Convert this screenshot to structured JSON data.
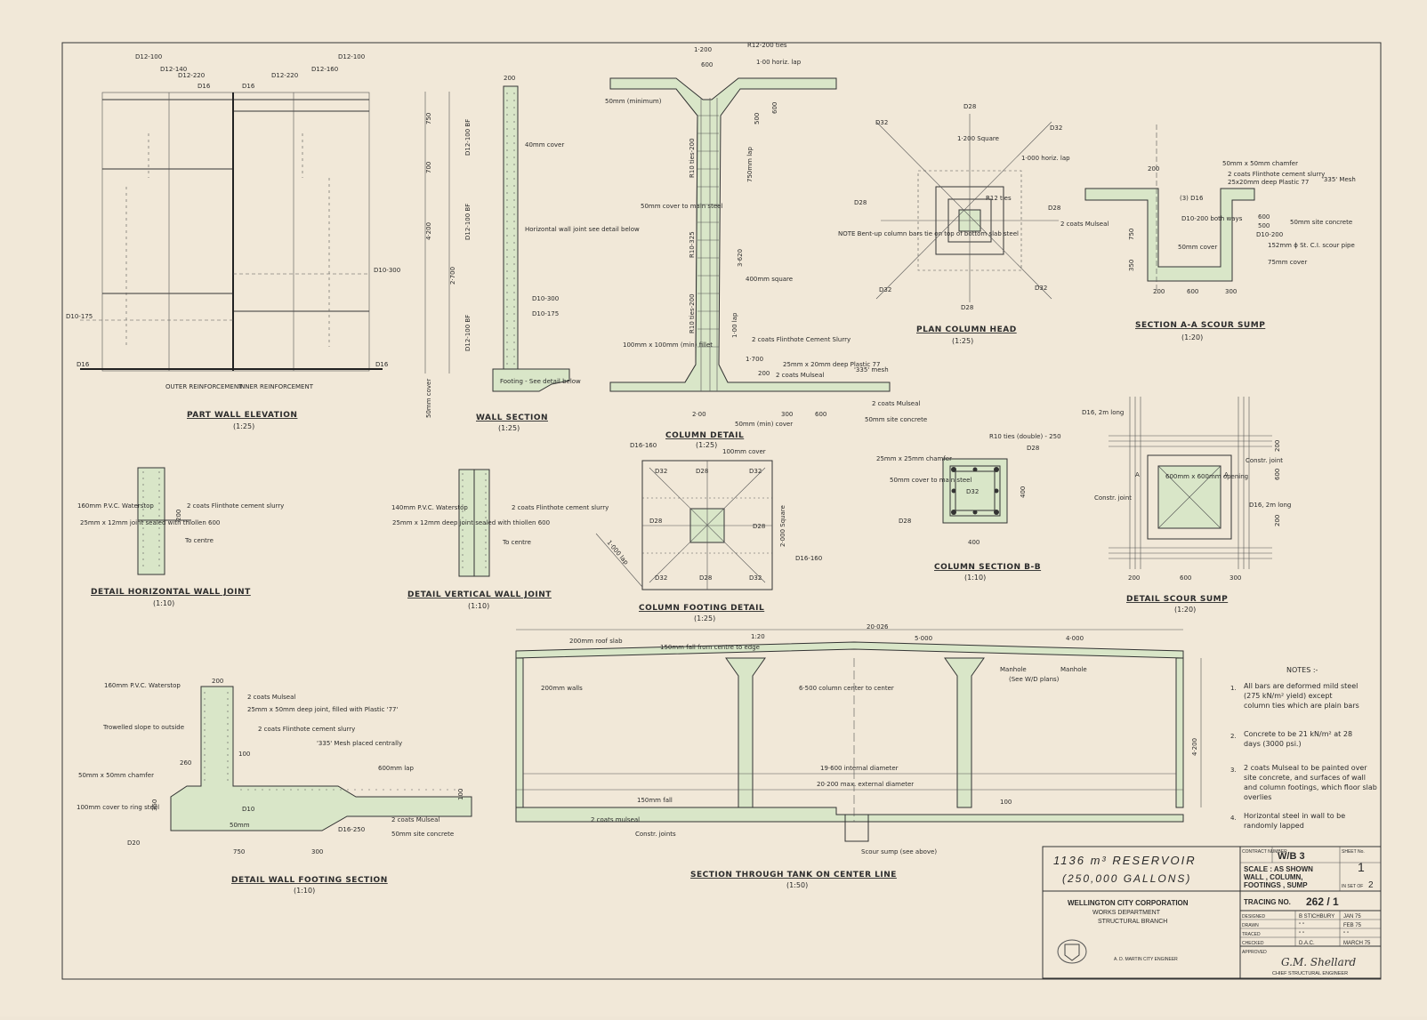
{
  "drawings": {
    "part_wall": {
      "title": "PART WALL ELEVATION",
      "scale": "(1:25)",
      "outer": "OUTER REINFORCEMENT",
      "inner": "INNER REINFORCEMENT",
      "bars": [
        "D12-100",
        "D12-140",
        "D12-220",
        "D16",
        "D16",
        "D12-220",
        "D12-160",
        "D12-100",
        "D10-300",
        "D10-175",
        "D16",
        "D16"
      ]
    },
    "wall_section": {
      "title": "WALL SECTION",
      "scale": "(1:25)",
      "labels": [
        "200",
        "D12-100 BF",
        "D12-100 BF",
        "D12-100 BF",
        "40mm cover",
        "Horizontal wall joint see detail below",
        "D10-300",
        "D10-175",
        "Footing - See detail below",
        "750",
        "700",
        "4·200",
        "2·700",
        "50mm cover"
      ]
    },
    "column_detail": {
      "title": "COLUMN DETAIL",
      "scale": "(1:25)",
      "labels": [
        "1·200",
        "R12-200 ties",
        "600",
        "1·00 horiz. lap",
        "50mm (minimum)",
        "500",
        "600",
        "R10 ties-200",
        "750mm lap",
        "50mm cover to main steel",
        "R10-325",
        "3·620",
        "400mm square",
        "R10 ties-200",
        "1·00 lap",
        "100mm x 100mm (min) fillet",
        "2 coats Flinthote Cement Slurry",
        "1·700",
        "200",
        "2 coats Mulseal",
        "25mm x 20mm deep Plastic 77",
        "'335' mesh",
        "2 coats Mulseal",
        "2·00",
        "300",
        "600",
        "50mm site concrete",
        "50mm (min) cover"
      ]
    },
    "plan_column_head": {
      "title": "PLAN COLUMN HEAD",
      "scale": "(1:25)",
      "labels": [
        "D28",
        "D32",
        "D32",
        "1·200 Square",
        "1·000 horiz. lap",
        "D28",
        "R12 ties",
        "D28",
        "NOTE Bent-up column bars tie on top of bottom slab steel",
        "D32",
        "D28",
        "D32"
      ]
    },
    "section_aa": {
      "title": "SECTION A-A SCOUR SUMP",
      "scale": "(1:20)",
      "labels": [
        "50mm x 50mm chamfer",
        "200",
        "2 coats Flinthote cement slurry",
        "25x20mm deep Plastic 77",
        "'335' Mesh",
        "(3) D16",
        "2 coats Mulseal",
        "600",
        "500",
        "50mm site concrete",
        "D10-200 both ways",
        "D10-200",
        "750",
        "50mm cover",
        "152mm ϕ St. C.I. scour pipe",
        "350",
        "75mm cover",
        "200",
        "600",
        "300"
      ]
    },
    "horizontal_joint": {
      "title": "DETAIL HORIZONTAL WALL JOINT",
      "scale": "(1:10)",
      "labels": [
        "160mm P.V.C. Waterstop",
        "2 coats Flinthote cement slurry",
        "25mm x 12mm joint sealed with thiollen 600",
        "200",
        "To centre"
      ]
    },
    "vertical_joint": {
      "title": "DETAIL VERTICAL WALL JOINT",
      "scale": "(1:10)",
      "labels": [
        "140mm P.V.C. Waterstop",
        "2 coats Flinthote cement slurry",
        "25mm x 12mm deep joint sealed with thiollen 600",
        "To centre"
      ]
    },
    "column_footing": {
      "title": "COLUMN FOOTING DETAIL",
      "scale": "(1:25)",
      "labels": [
        "D16-160",
        "100mm cover",
        "D32",
        "D28",
        "D32",
        "D28",
        "D28",
        "2·000 Square",
        "1·000 lap",
        "D16-160",
        "D32",
        "D28",
        "D32"
      ]
    },
    "column_section": {
      "title": "COLUMN SECTION B-B",
      "scale": "(1:10)",
      "labels": [
        "R10 ties (double) - 250",
        "D28",
        "25mm x 25mm chamfer",
        "50mm cover to main steel",
        "D32",
        "400",
        "D28",
        "400"
      ]
    },
    "detail_sump": {
      "title": "DETAIL SCOUR SUMP",
      "scale": "(1:20)",
      "labels": [
        "D16, 2m long",
        "200",
        "Constr. joint",
        "A",
        "A",
        "600mm x 600mm opening",
        "600",
        "Constr. joint",
        "D16, 2m long",
        "200",
        "200",
        "600",
        "300"
      ]
    },
    "wall_footing": {
      "title": "DETAIL WALL FOOTING SECTION",
      "scale": "(1:10)",
      "labels": [
        "200",
        "160mm P.V.C. Waterstop",
        "2 coats Mulseal",
        "25mm x 50mm deep joint, filled with Plastic '77'",
        "Trowelled slope to outside",
        "2 coats Flinthote cement slurry",
        "'335' Mesh placed centrally",
        "260",
        "100",
        "600mm lap",
        "50mm x 50mm chamfer",
        "350",
        "100mm cover to ring steel",
        "D10",
        "50mm",
        "2 coats Mulseal",
        "D20",
        "D16-250",
        "50mm site concrete",
        "750",
        "300",
        "100"
      ]
    },
    "tank_section": {
      "title": "SECTION THROUGH TANK ON CENTER LINE",
      "scale": "(1:50)",
      "labels": [
        "20·026",
        "200mm roof slab",
        "150mm fall from centre to edge",
        "1:20",
        "5·000",
        "4·000",
        "Manhole",
        "Manhole",
        "(See W/D plans)",
        "200mm walls",
        "6·500 column center to center",
        "4·200",
        "19·600 internal diameter",
        "20·200 max. external diameter",
        "150mm fall",
        "2 coats mulseal",
        "Constr. joints",
        "Scour sump (see above)",
        "100"
      ]
    }
  },
  "notes": {
    "heading": "NOTES :-",
    "items": [
      {
        "num": "1.",
        "text": "All bars are deformed mild steel (275 kN/m² yield) except column ties which are plain bars"
      },
      {
        "num": "2.",
        "text": "Concrete to be 21 kN/m² at 28 days (3000 psi.)"
      },
      {
        "num": "3.",
        "text": "2 coats Mulseal to be painted over site concrete, and surfaces of wall and column footings, which floor slab overlies"
      },
      {
        "num": "4.",
        "text": "Horizontal steel in wall to be randomly lapped"
      }
    ]
  },
  "title_block": {
    "project_line1": "1136 m³ RESERVOIR",
    "project_line2": "(250,000 GALLONS)",
    "contract_label": "CONTRACT NUMBER",
    "contract": "W/B 3",
    "sheet_label": "SHEET No.",
    "sheet": "1",
    "scale_line": "SCALE : AS SHOWN",
    "desc1": "WALL , COLUMN,",
    "desc2": "FOOTINGS , SUMP",
    "inset_label": "IN SET OF",
    "inset": "2",
    "org1": "WELLINGTON CITY CORPORATION",
    "org2": "WORKS DEPARTMENT",
    "org3": "STRUCTURAL BRANCH",
    "engineer": "A. D. MARTIN CITY ENGINEER",
    "tracing_label": "TRACING NO.",
    "tracing": "262 / 1",
    "rows": [
      {
        "label": "DESIGNED",
        "name": "B STICHBURY",
        "date": "JAN 75"
      },
      {
        "label": "DRAWN",
        "name": "\"   \"",
        "date": "FEB 75"
      },
      {
        "label": "TRACED",
        "name": "\"   \"",
        "date": "\"  \""
      },
      {
        "label": "CHECKED",
        "name": "D.A.C.",
        "date": "MARCH 75"
      }
    ],
    "approved_label": "APPROVED",
    "signature": "G.M. Shellard",
    "chief": "CHIEF STRUCTURAL ENGINEER"
  }
}
